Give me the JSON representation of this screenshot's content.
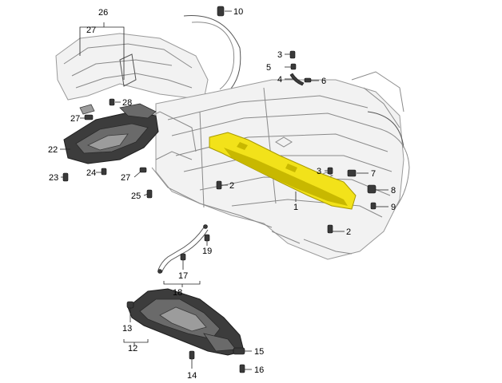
{
  "diagram": {
    "callouts": {
      "c26": "26",
      "c27a": "27",
      "c10": "10",
      "c3a": "3",
      "c5": "5",
      "c4": "4",
      "c6": "6",
      "c28": "28",
      "c27b": "27",
      "c22": "22",
      "c24": "24",
      "c23": "23",
      "c27c": "27",
      "c25": "25",
      "c2a": "2",
      "c1": "1",
      "c3b": "3",
      "c7": "7",
      "c8": "8",
      "c9": "9",
      "c2b": "2",
      "c19": "19",
      "c17": "17",
      "c18": "18",
      "c13": "13",
      "c12": "12",
      "c15": "15",
      "c16": "16",
      "c14": "14"
    },
    "colors": {
      "highlight": "#f2e21a",
      "panel": "#3c3c3c",
      "line": "#8a8a8a"
    }
  }
}
